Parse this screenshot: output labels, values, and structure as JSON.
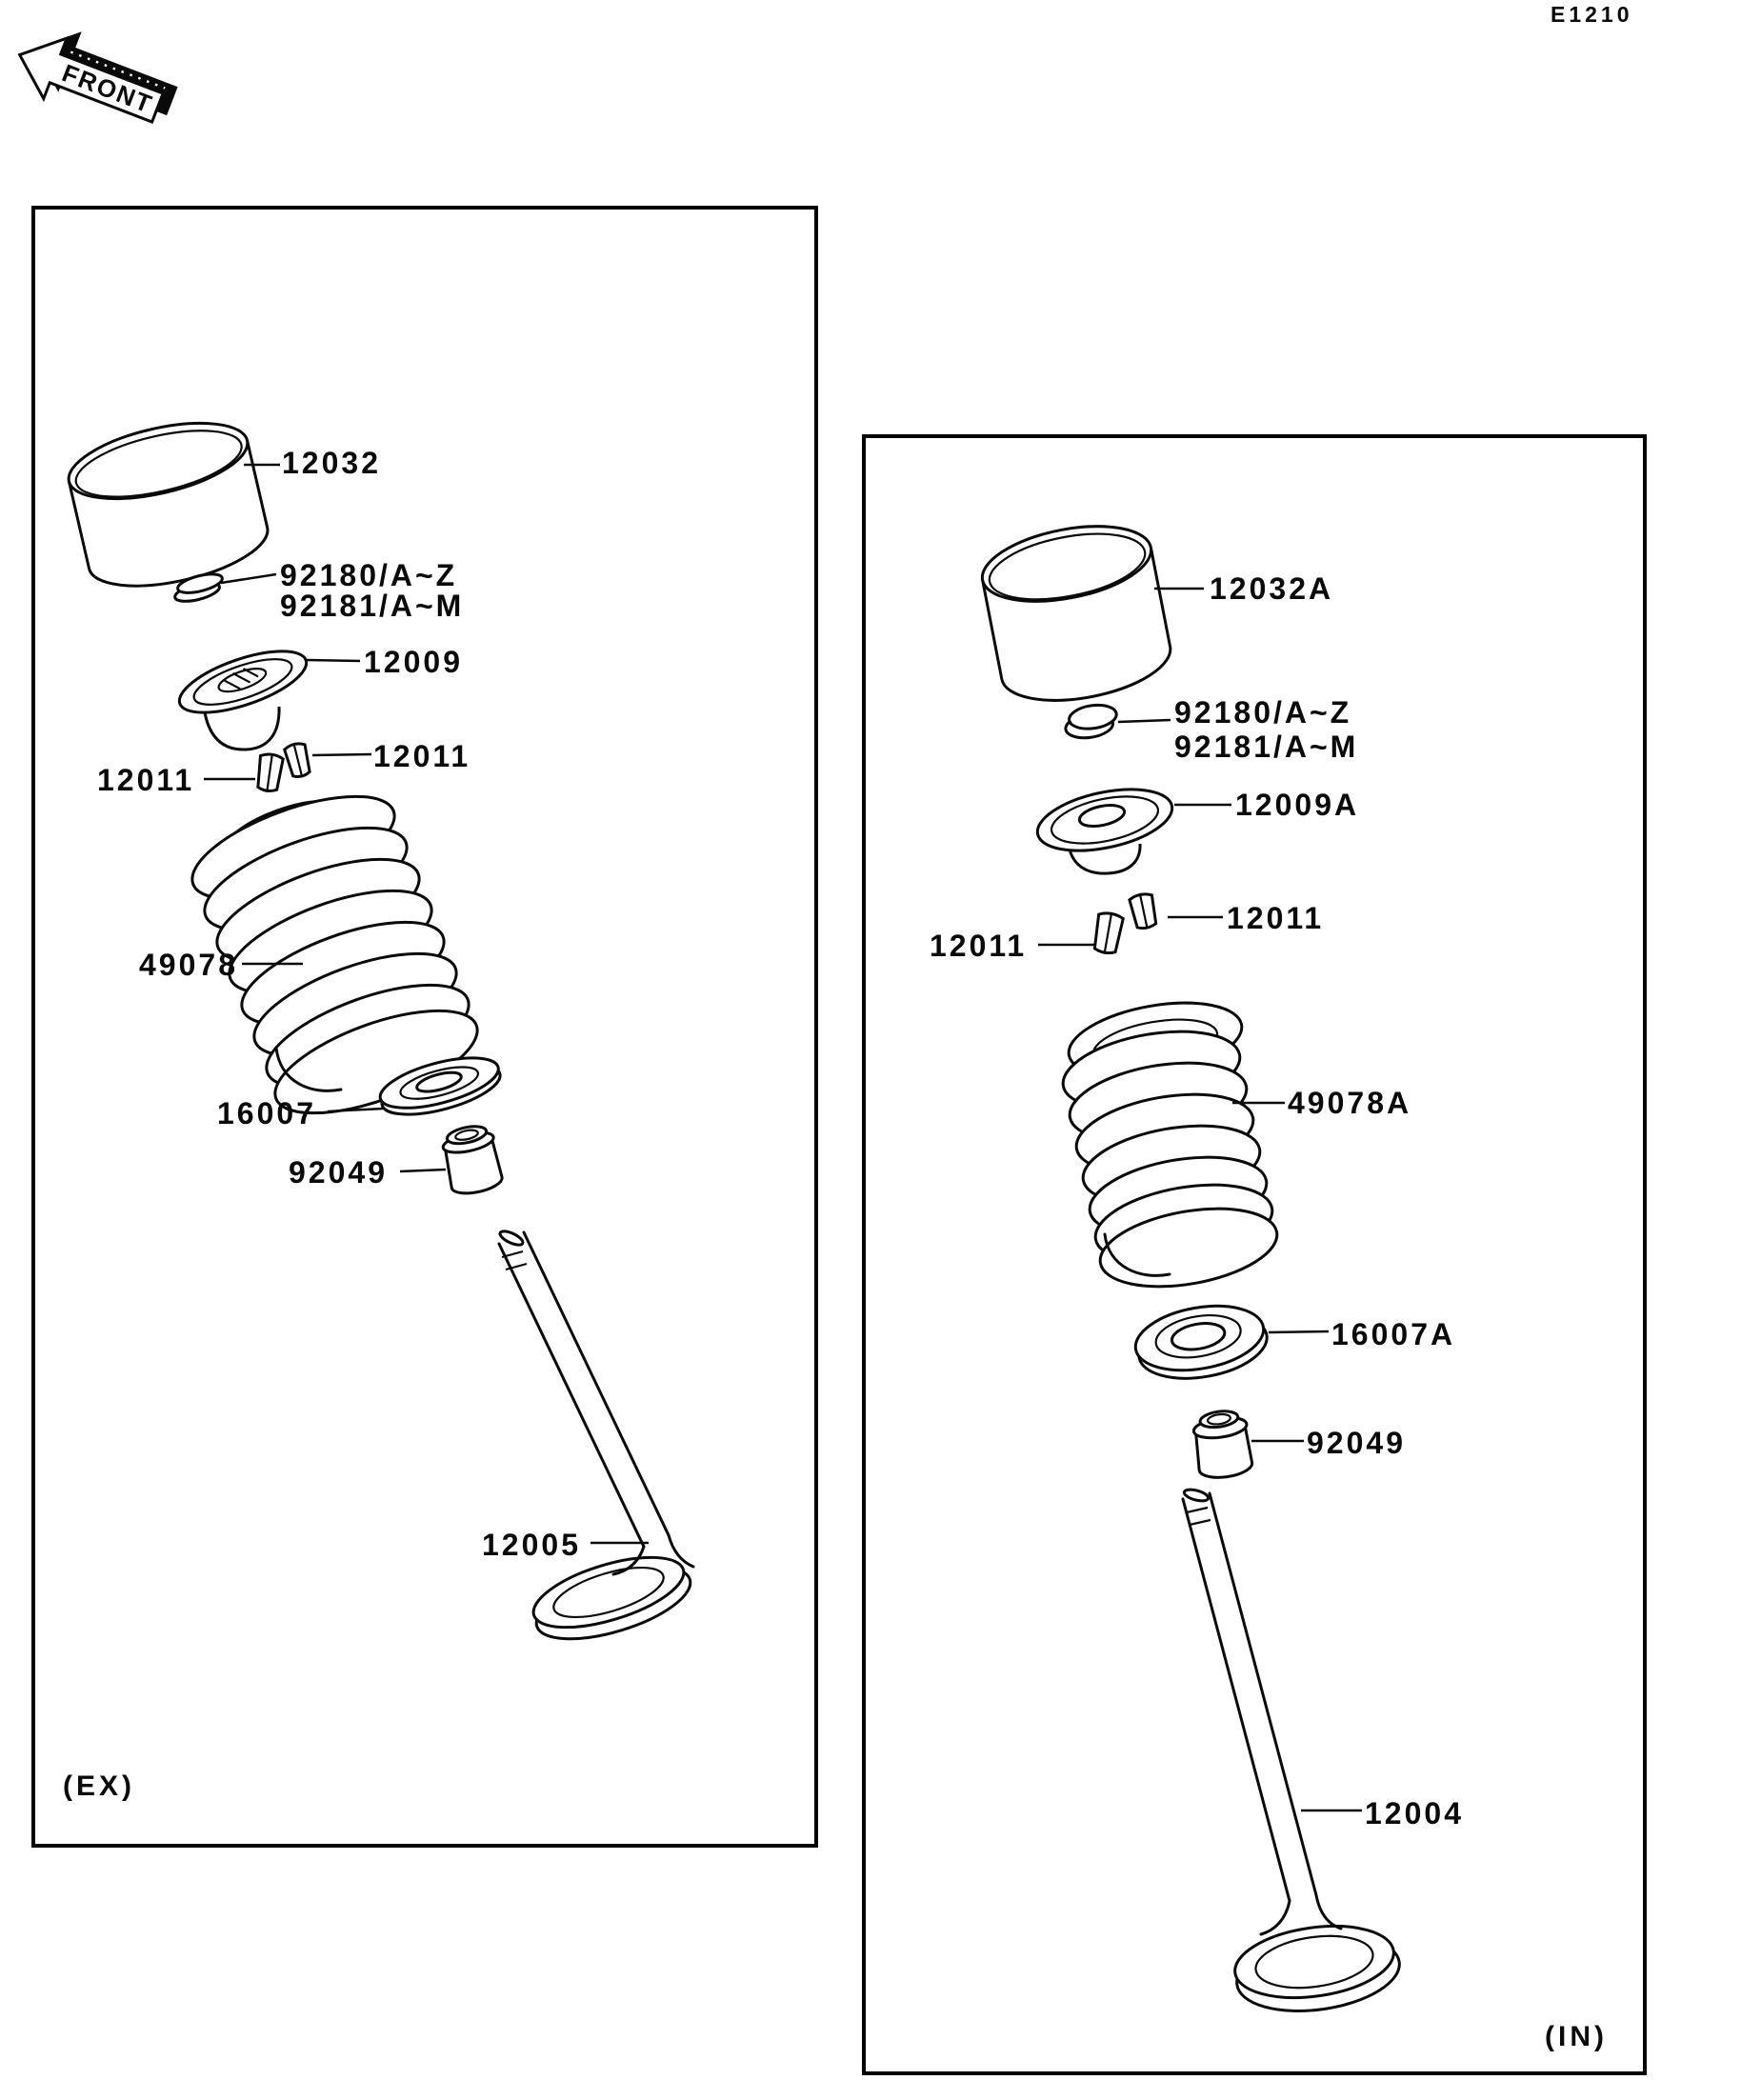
{
  "page": {
    "code": "E1210"
  },
  "front_arrow": {
    "label": "FRONT"
  },
  "colors": {
    "line": "#0a0a0a",
    "background": "#ffffff"
  },
  "panels": {
    "ex": {
      "caption": "(EX)",
      "parts": {
        "tappet": "12032",
        "shim_a": "92180/A~Z",
        "shim_b": "92181/A~M",
        "retainer": "12009",
        "keeper_left": "12011",
        "keeper_right": "12011",
        "spring": "49078",
        "spring_seat": "16007",
        "valve_seal": "92049",
        "valve": "12005"
      }
    },
    "in": {
      "caption": "(IN)",
      "parts": {
        "tappet": "12032A",
        "shim_a": "92180/A~Z",
        "shim_b": "92181/A~M",
        "retainer": "12009A",
        "keeper_left": "12011",
        "keeper_right": "12011",
        "spring": "49078A",
        "spring_seat": "16007A",
        "valve_seal": "92049",
        "valve": "12004"
      }
    }
  }
}
